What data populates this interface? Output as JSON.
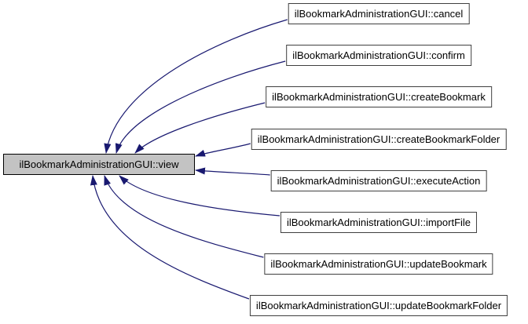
{
  "diagram": {
    "type": "call-graph",
    "target_node": {
      "id": "view",
      "label": "ilBookmarkAdministrationGUI::view"
    },
    "callers": [
      {
        "id": "cancel",
        "label": "ilBookmarkAdministrationGUI::cancel"
      },
      {
        "id": "confirm",
        "label": "ilBookmarkAdministrationGUI::confirm"
      },
      {
        "id": "createBookmark",
        "label": "ilBookmarkAdministrationGUI::createBookmark"
      },
      {
        "id": "createBookmarkFolder",
        "label": "ilBookmarkAdministrationGUI::createBookmarkFolder"
      },
      {
        "id": "executeAction",
        "label": "ilBookmarkAdministrationGUI::executeAction"
      },
      {
        "id": "importFile",
        "label": "ilBookmarkAdministrationGUI::importFile"
      },
      {
        "id": "updateBookmark",
        "label": "ilBookmarkAdministrationGUI::updateBookmark"
      },
      {
        "id": "updateBookmarkFolder",
        "label": "ilBookmarkAdministrationGUI::updateBookmarkFolder"
      }
    ],
    "edges": [
      {
        "from": "ilBookmarkAdministrationGUI::cancel",
        "to": "ilBookmarkAdministrationGUI::view"
      },
      {
        "from": "ilBookmarkAdministrationGUI::confirm",
        "to": "ilBookmarkAdministrationGUI::view"
      },
      {
        "from": "ilBookmarkAdministrationGUI::createBookmark",
        "to": "ilBookmarkAdministrationGUI::view"
      },
      {
        "from": "ilBookmarkAdministrationGUI::createBookmarkFolder",
        "to": "ilBookmarkAdministrationGUI::view"
      },
      {
        "from": "ilBookmarkAdministrationGUI::executeAction",
        "to": "ilBookmarkAdministrationGUI::view"
      },
      {
        "from": "ilBookmarkAdministrationGUI::importFile",
        "to": "ilBookmarkAdministrationGUI::view"
      },
      {
        "from": "ilBookmarkAdministrationGUI::updateBookmark",
        "to": "ilBookmarkAdministrationGUI::view"
      },
      {
        "from": "ilBookmarkAdministrationGUI::updateBookmarkFolder",
        "to": "ilBookmarkAdministrationGUI::view"
      }
    ],
    "colors": {
      "edge": "#191970",
      "target_fill": "#c3c3c3",
      "target_border": "#000000",
      "caller_fill": "#ffffff",
      "caller_border": "#3f3f3f",
      "text": "#000000",
      "background": "#ffffff"
    }
  }
}
